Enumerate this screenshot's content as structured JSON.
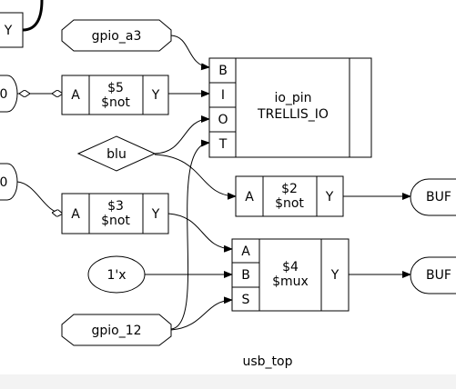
{
  "diagram": {
    "title": "usb_top",
    "ports": {
      "gpio_a3": "gpio_a3",
      "blu": "blu",
      "gpio_12": "gpio_12",
      "const_1x": "1'x",
      "left_y": "Y",
      "left_zero_top": "0",
      "left_zero_bottom": "0",
      "buf_top": "BUF",
      "buf_bottom": "BUF"
    },
    "cells": {
      "not5": {
        "id": "$5",
        "type": "$not",
        "in": "A",
        "out": "Y"
      },
      "not3": {
        "id": "$3",
        "type": "$not",
        "in": "A",
        "out": "Y"
      },
      "not2": {
        "id": "$2",
        "type": "$not",
        "in": "A",
        "out": "Y"
      },
      "mux4": {
        "id": "$4",
        "type": "$mux",
        "in_a": "A",
        "in_b": "B",
        "in_s": "S",
        "out": "Y"
      },
      "io_pin": {
        "name": "io_pin",
        "type": "TRELLIS_IO",
        "pin_b": "B",
        "pin_i": "I",
        "pin_o": "O",
        "pin_t": "T"
      }
    }
  }
}
